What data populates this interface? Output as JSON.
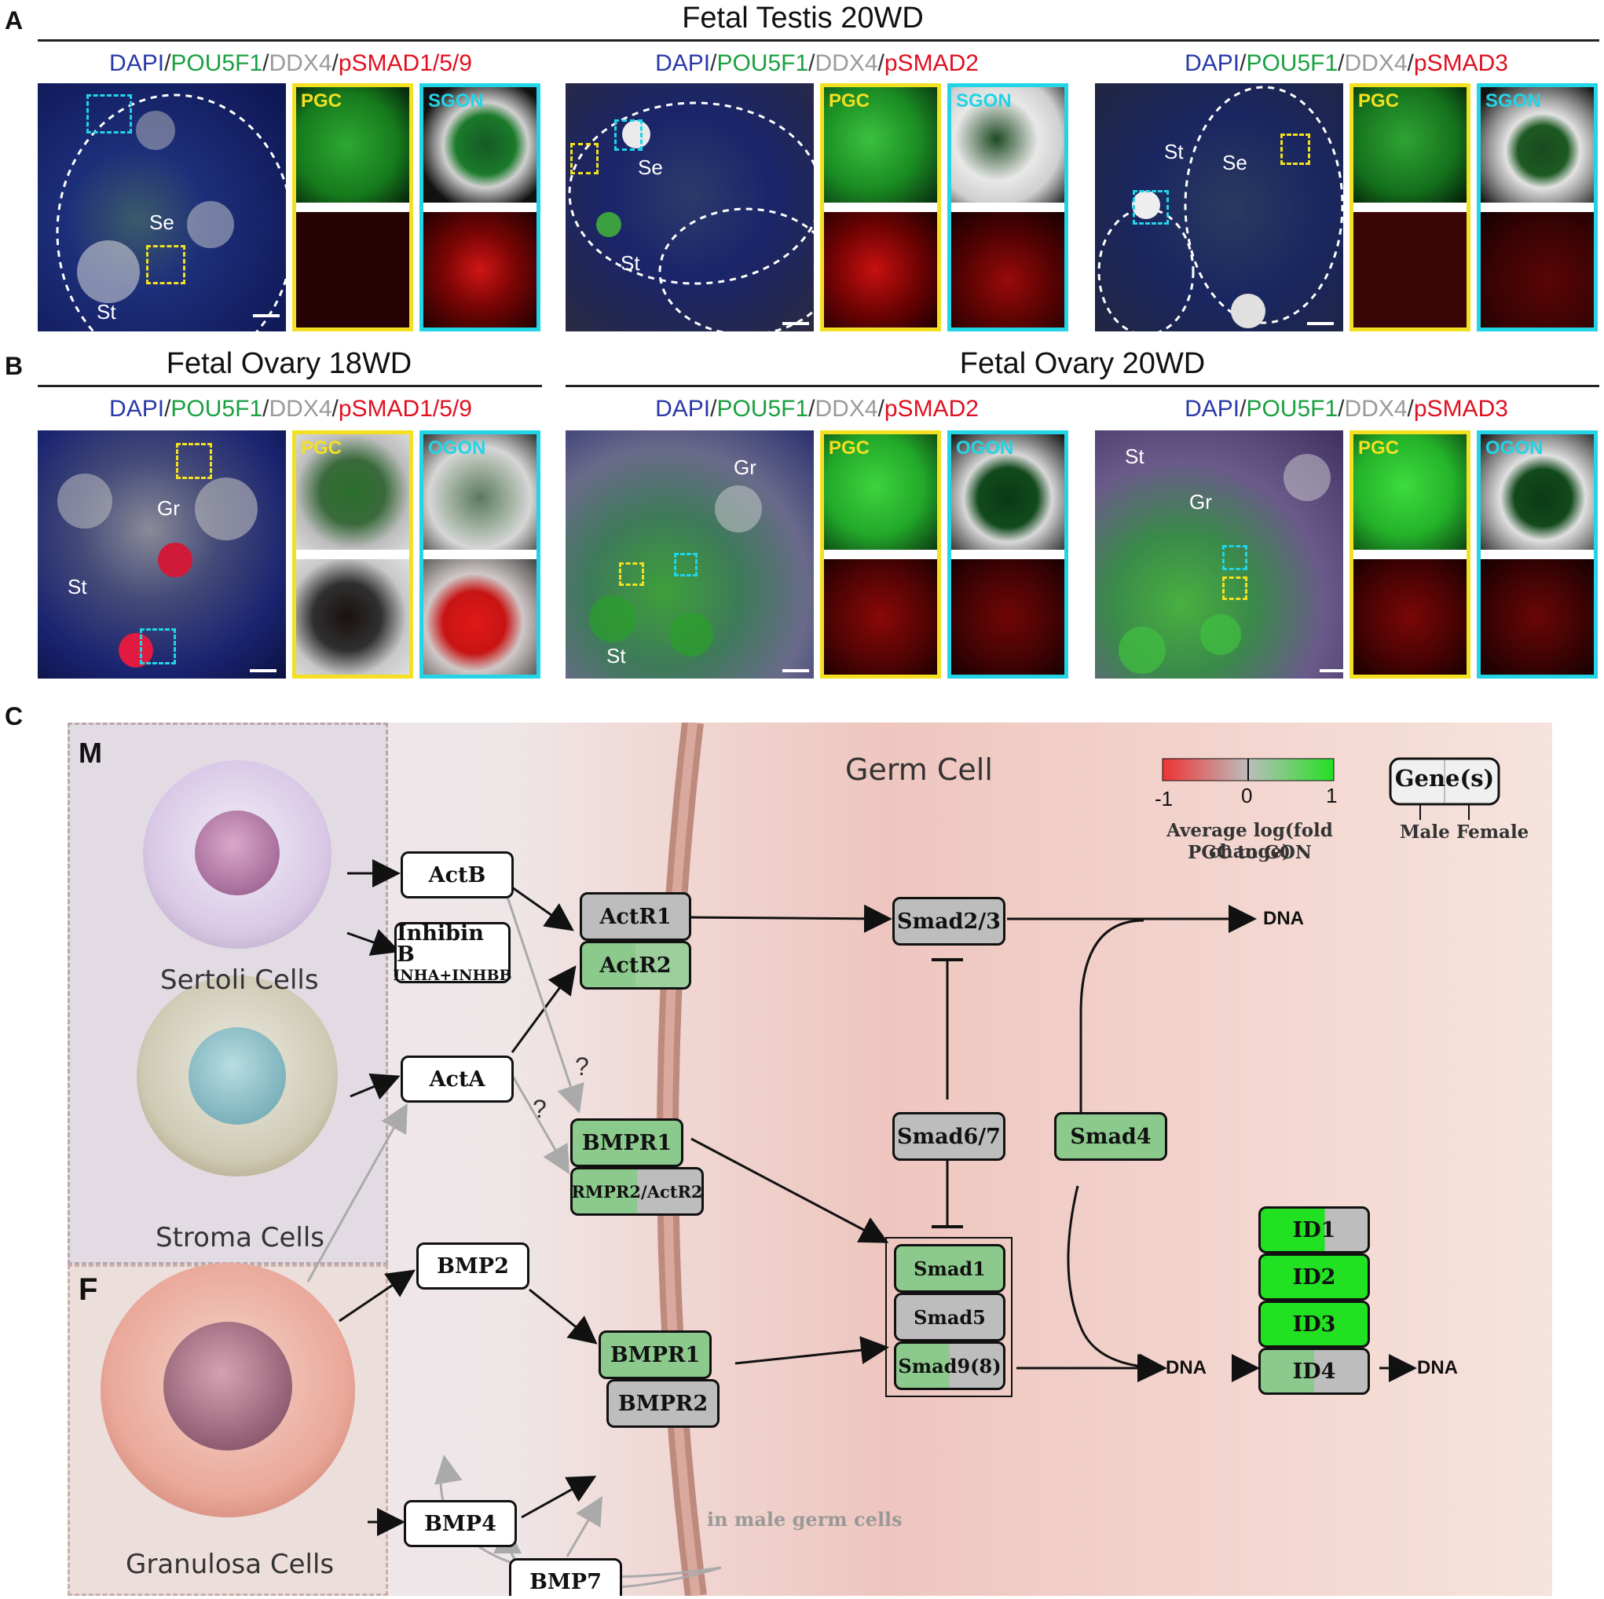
{
  "panels": {
    "a": "A",
    "b": "B",
    "c": "C"
  },
  "section_titles": {
    "testis": "Fetal Testis 20WD",
    "ovary18": "Fetal Ovary 18WD",
    "ovary20": "Fetal Ovary 20WD"
  },
  "stains": {
    "dapi": "DAPI",
    "pou": "POU5F1",
    "ddx": "DDX4",
    "sep": "/",
    "psmad159": "pSMAD1/5/9",
    "psmad2": "pSMAD2",
    "psmad3": "pSMAD3"
  },
  "insets": {
    "pgc": "PGC",
    "sgon": "SGON",
    "ogon": "OGON"
  },
  "cell_labels": {
    "se": "Se",
    "st": "St",
    "gr": "Gr"
  },
  "diagram": {
    "m": "M",
    "f": "F",
    "germ_cell": "Germ Cell",
    "sertoli": "Sertoli Cells",
    "stroma": "Stroma Cells",
    "granulosa": "Granulosa Cells",
    "actb": "ActB",
    "inhibin": "Inhibin B",
    "inhibin_sub": "INHA+INHBB",
    "acta": "ActA",
    "bmp2": "BMP2",
    "bmp4": "BMP4",
    "bmp7": "BMP7",
    "actr1": "ActR1",
    "actr2": "ActR2",
    "bmpr1_a": "BMPR1",
    "rmpr2": "RMPR2/ActR2",
    "bmpr1_b": "BMPR1",
    "bmpr2": "BMPR2",
    "smad23": "Smad2/3",
    "smad67": "Smad6/7",
    "smad4": "Smad4",
    "smad1": "Smad1",
    "smad5": "Smad5",
    "smad98": "Smad9(8)",
    "id1": "ID1",
    "id2": "ID2",
    "id3": "ID3",
    "id4": "ID4",
    "dna": "DNA",
    "q": "?",
    "in_male": "in male germ cells",
    "legend_min": "-1",
    "legend_mid": "0",
    "legend_max": "1",
    "legend_title1": "Average log(fold change)",
    "legend_title2": "PGC to GON",
    "genes": "Gene(s)",
    "male": "Male",
    "female": "Female"
  },
  "colors": {
    "green_strong": "#22e022",
    "green_mid": "#8cc98c",
    "grey": "#bdbdbd",
    "red": "#ee3333"
  }
}
